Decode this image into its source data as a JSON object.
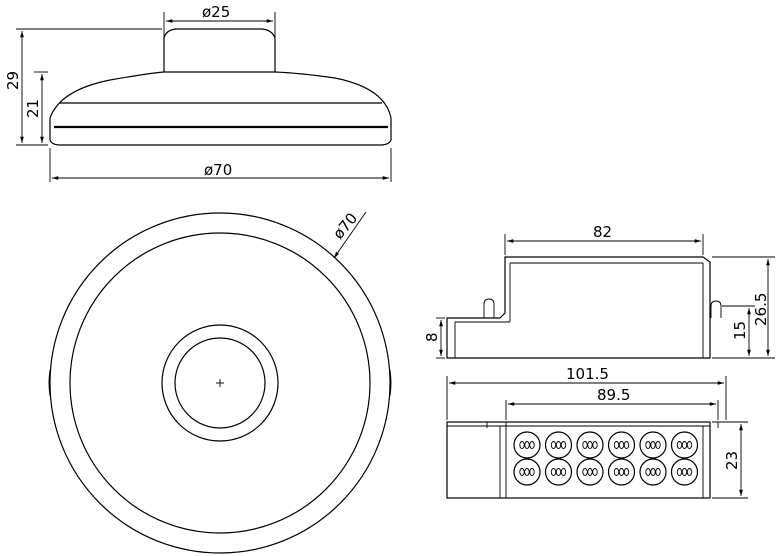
{
  "side_view": {
    "dim_top_diameter": "ø25",
    "dim_total_height": "29",
    "dim_body_height": "21",
    "dim_base_diameter": "ø70"
  },
  "top_view": {
    "dim_diameter": "ø70"
  },
  "box_side": {
    "dim_length": "82",
    "dim_height": "26.5",
    "dim_inner_height": "15",
    "dim_flange": "8"
  },
  "box_top": {
    "dim_overall": "101.5",
    "dim_inner": "89.5",
    "dim_width": "23",
    "terminal_count": 6
  }
}
